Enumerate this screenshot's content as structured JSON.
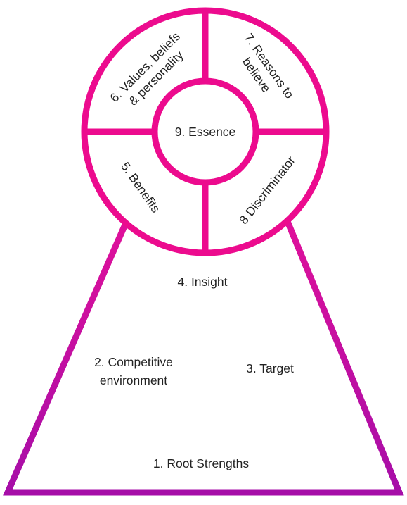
{
  "colors": {
    "pyramid_top": "#e0109a",
    "pyramid_bottom": "#a60ea8",
    "wheel": "#ec0b8e",
    "text": "#222222"
  },
  "wheel": {
    "essence": "9. Essence",
    "values": [
      "6. Values, beliefs",
      "& personality"
    ],
    "reasons": [
      "7. Reasons to",
      "believe"
    ],
    "benefits": "5. Benefits",
    "discriminator": "8.Discriminator"
  },
  "pyramid": {
    "insight": "4. Insight",
    "competitive": [
      "2. Competitive",
      "environment"
    ],
    "target": "3. Target",
    "root": "1. Root Strengths"
  }
}
